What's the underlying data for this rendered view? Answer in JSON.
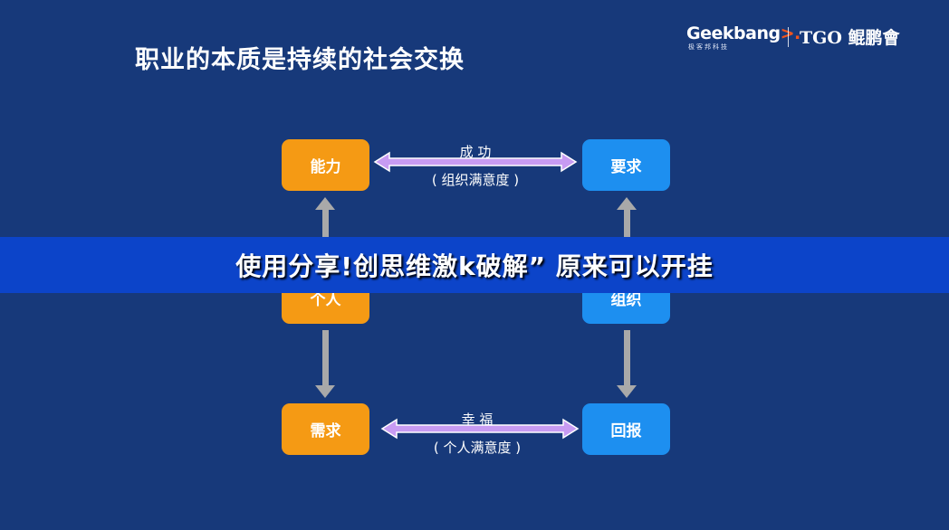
{
  "slide": {
    "title": "职业的本质是持续的社会交换"
  },
  "logo": {
    "brand_main": "Geek",
    "brand_main2": "bang",
    "brand_arrow": ">.",
    "brand_sub": "极客邦科技",
    "partner": "TGO 鲲鹏會"
  },
  "nodes": {
    "ability": "能力",
    "requirement": "要求",
    "individual": "个人",
    "organization": "组织",
    "needs": "需求",
    "reward": "回报"
  },
  "edges": {
    "top_label": "成 功",
    "top_sub": "( 组织满意度 )",
    "bottom_label": "幸 福",
    "bottom_sub": "( 个人满意度 )"
  },
  "banner": {
    "text": "使用分享!创思维激k破解” 原来可以开挂"
  },
  "colors": {
    "background": "#17397a",
    "orange_node": "#f59a14",
    "blue_node": "#1d8ff0",
    "banner": "#0c44c9",
    "double_arrow": "#c79bf2",
    "vertical_arrow": "#a9a9a9"
  }
}
